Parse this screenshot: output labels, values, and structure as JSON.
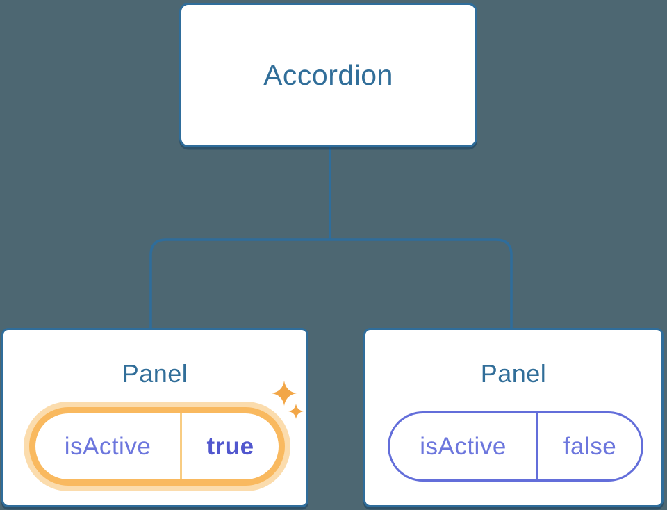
{
  "colors": {
    "background": "#4D6772",
    "node_fill": "#FFFFFF",
    "node_border": "#2F6D9B",
    "node_label": "#316E99",
    "prop_text_purple": "#6C76DD",
    "prop_value_active_purple": "#5157CE",
    "inactive_pill_border": "#636EDA",
    "active_pill_ring": "#F9B95F",
    "active_pill_glow": "#FBDCAD",
    "active_pill_divider": "#F8CC82",
    "sparkle_orange": "#F2A647"
  },
  "tree": {
    "root": {
      "label": "Accordion"
    },
    "children": [
      {
        "title": "Panel",
        "prop_name": "isActive",
        "prop_value": "true",
        "state": "active",
        "icon": "sparkles-icon"
      },
      {
        "title": "Panel",
        "prop_name": "isActive",
        "prop_value": "false",
        "state": "inactive"
      }
    ]
  }
}
